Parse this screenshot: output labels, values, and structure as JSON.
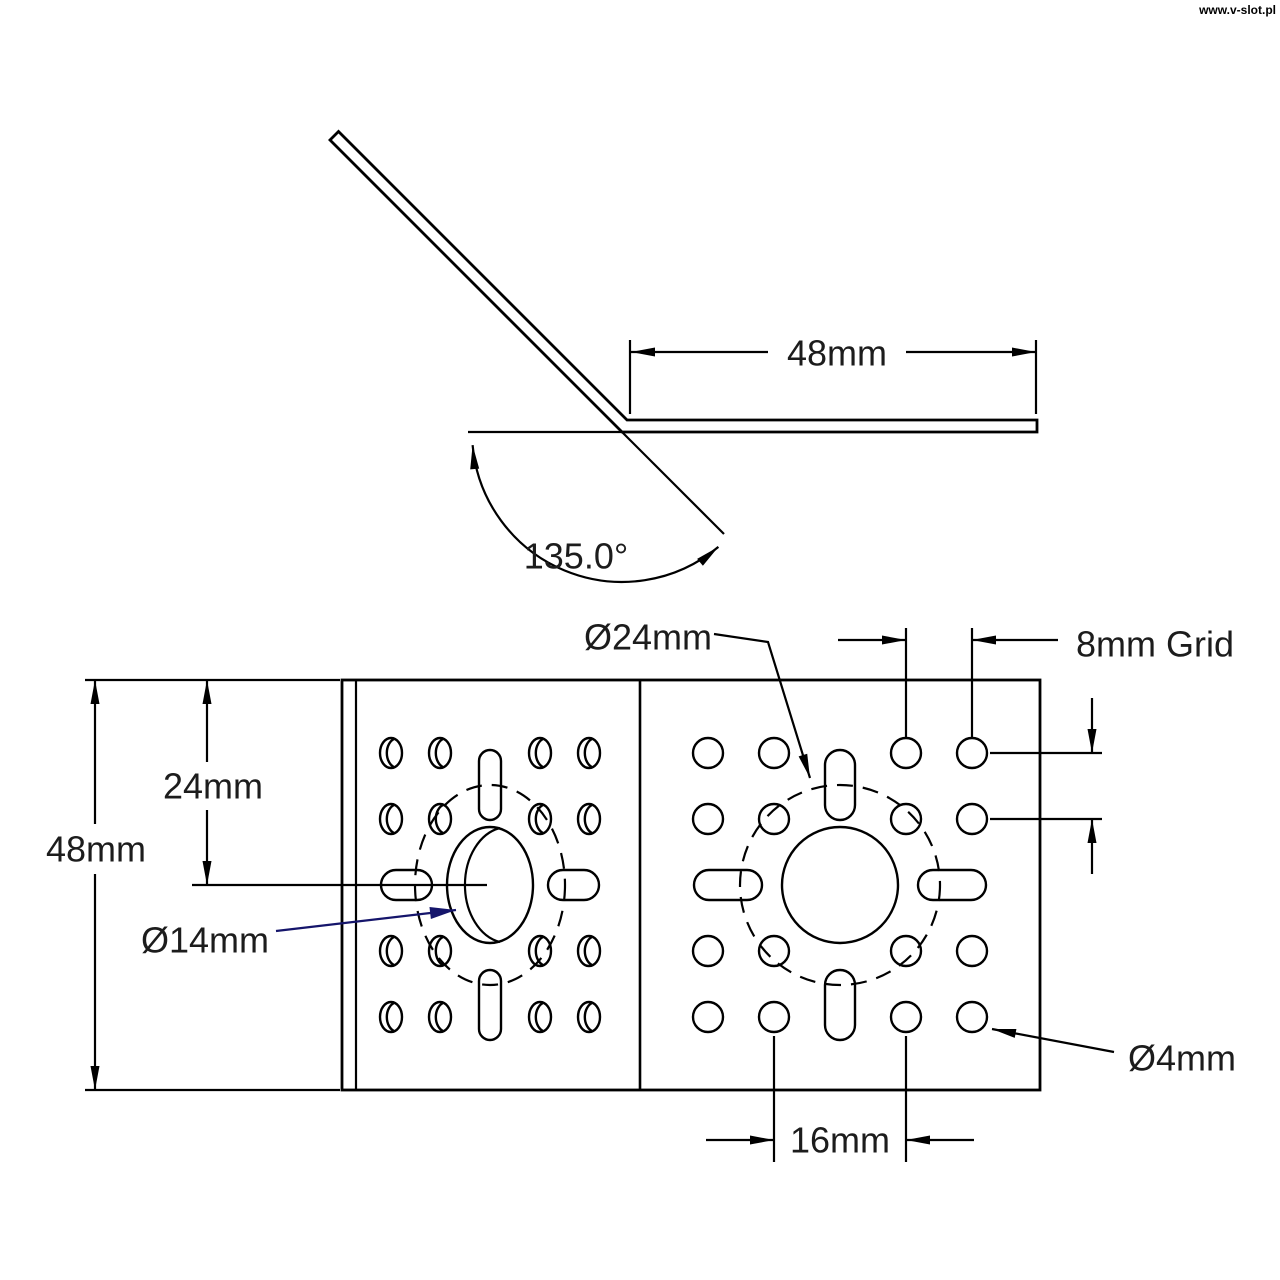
{
  "watermark": "www.v-slot.pl",
  "side_view": {
    "flange_length": "48mm",
    "bend_angle": "135.0°"
  },
  "top_view": {
    "plate_height": "48mm",
    "center_offset": "24mm",
    "center_hole": "Ø14mm",
    "bolt_circle": "Ø24mm",
    "hole_grid": "8mm Grid",
    "slot_spacing": "16mm",
    "hole_diameter": "Ø4mm"
  },
  "colors": {
    "line": "#000000",
    "background": "#ffffff",
    "leader_accent": "#15156b"
  }
}
